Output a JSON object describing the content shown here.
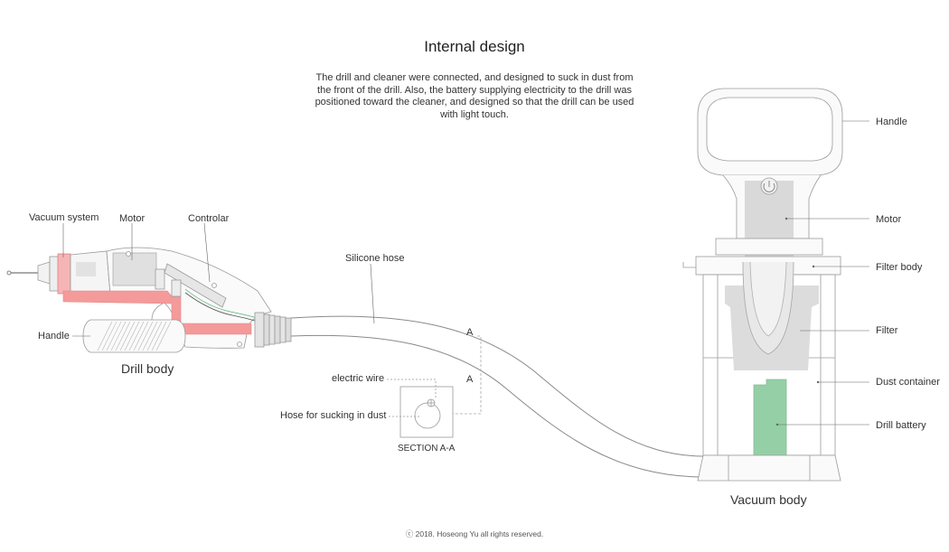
{
  "header": {
    "title": "Internal design",
    "description_lines": [
      "The drill and cleaner were connected, and designed to suck in dust from",
      "the front of the drill. Also, the battery supplying electricity to the drill was",
      "positioned toward the cleaner, and designed so that the drill can be used",
      "with light touch."
    ]
  },
  "drill_labels": {
    "vacuum_system": "Vacuum system",
    "motor": "Motor",
    "controlar": "Controlar",
    "handle": "Handle",
    "caption": "Drill body"
  },
  "hose_labels": {
    "silicone_hose": "Silicone hose",
    "section_mark_top": "A",
    "section_mark_bottom": "A",
    "electric_wire": "electric wire",
    "suction_hose": "Hose for sucking in dust",
    "section_caption": "SECTION A-A"
  },
  "vacuum_labels": {
    "handle": "Handle",
    "motor": "Motor",
    "filter_body": "Filter body",
    "filter": "Filter",
    "dust_container": "Dust container",
    "drill_battery": "Drill battery",
    "caption": "Vacuum body"
  },
  "colors": {
    "vacuum_channel": "#f49a9a",
    "battery": "#95cfa6",
    "internal_gray": "#d9d9d9",
    "line": "#9a9a9a"
  },
  "icons": {
    "power": "power-icon"
  },
  "footer": {
    "copyright": "ⓒ 2018. Hoseong Yu  all rights reserved."
  }
}
